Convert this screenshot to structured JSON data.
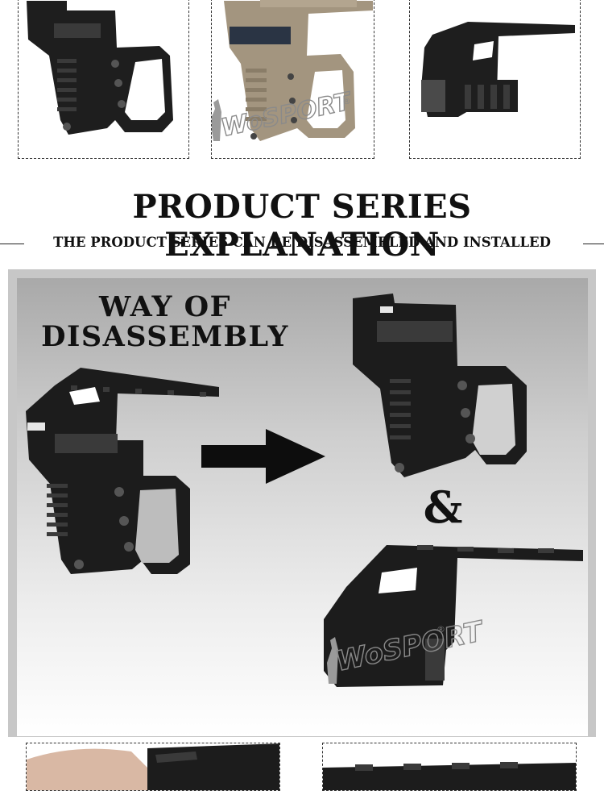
{
  "heading": {
    "title": "PRODUCT SERIES EXPLANATION",
    "subtitle": "THE PRODUCT SERIES CAN BE DISASSEMBLED AND INSTALLED"
  },
  "panel": {
    "label_line1": "WAY OF",
    "label_line2": "DISASSEMBLY",
    "ampersand": "&"
  },
  "watermark": {
    "brand": "WoSPORT",
    "registered": "®"
  },
  "colors": {
    "black_part": "#1c1c1c",
    "tan_part": "#a3957f",
    "panel_frame": "#c7c7c7"
  },
  "icons": {
    "arrow": "arrow-right-icon",
    "soldier": "soldier-silhouette-icon"
  }
}
